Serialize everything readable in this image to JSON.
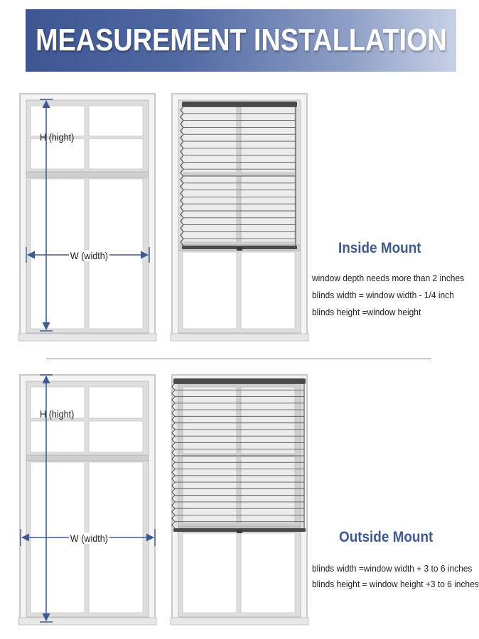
{
  "header": {
    "title": "MEASUREMENT INSTALLATION"
  },
  "colors": {
    "accent": "#3e5a93",
    "banner_start": "#3d5692",
    "banner_end": "#c7d1e6",
    "frame": "#d2d2d2",
    "blind": "#5a5a5a"
  },
  "inside_mount": {
    "title": "Inside Mount",
    "height_label": "H  (hight)",
    "width_label": "W  (width)",
    "notes": [
      "window depth needs more than 2 inches",
      "blinds width = window width - 1/4 inch",
      "blinds height =window height"
    ]
  },
  "outside_mount": {
    "title": "Outside Mount",
    "height_label": "H  (hight)",
    "width_label": "W  (width)",
    "notes": [
      "blinds width =window width + 3 to 6 inches",
      "blinds height = window height +3 to 6 inches"
    ]
  }
}
